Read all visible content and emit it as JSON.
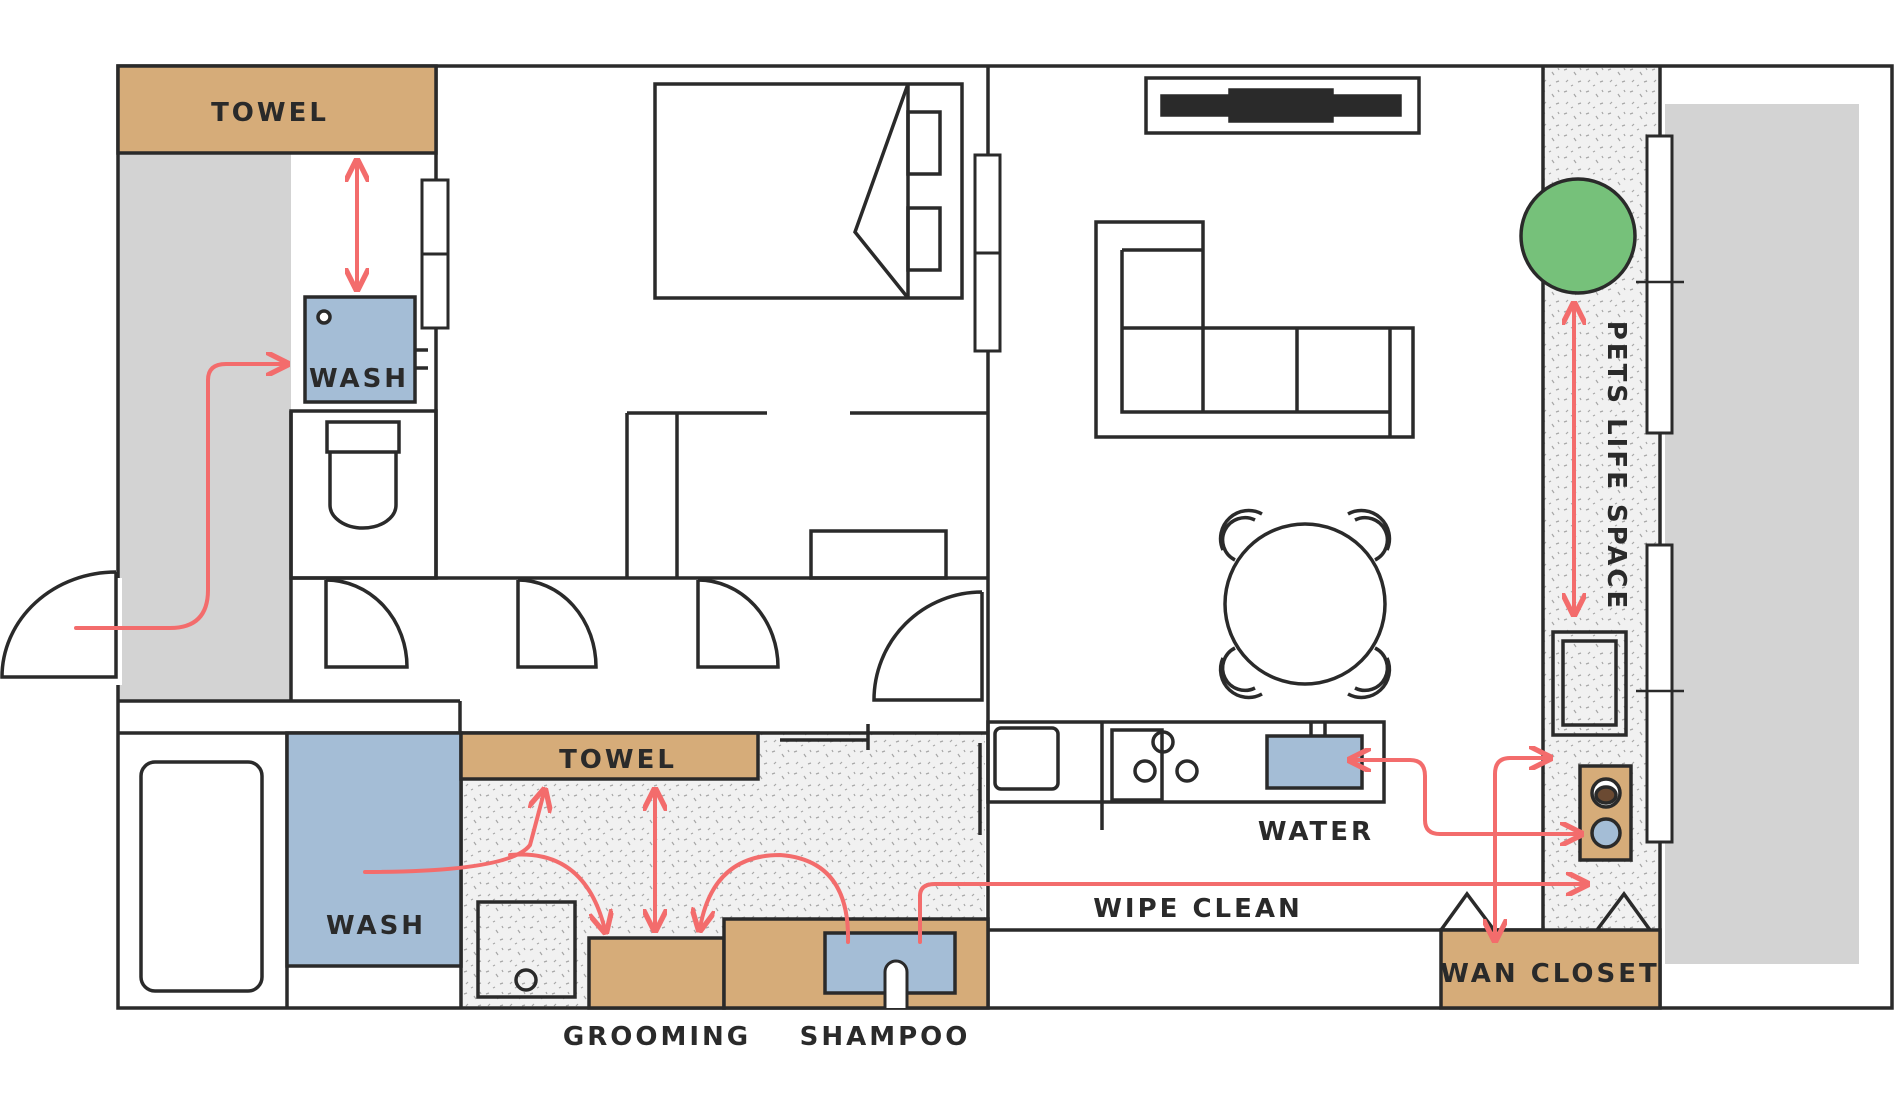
{
  "labels": {
    "towel_top": "TOWEL",
    "wash_top": "WASH",
    "towel_bottom": "TOWEL",
    "wash_bottom": "WASH",
    "water": "WATER",
    "wipe_clean": "WIPE CLEAN",
    "wan_closet": "WAN CLOSET",
    "grooming": "GROOMING",
    "shampoo": "SHAMPOO",
    "pets_life_space": "PETS LIFE SPACE"
  },
  "colors": {
    "wall": "#2a2a2a",
    "towel": "#d6ac79",
    "wash": "#a4bdd6",
    "arrow": "#f36c6c",
    "plant": "#76c17a",
    "floor_gray": "#d3d3d3",
    "terrazzo": "#ebebeb"
  }
}
